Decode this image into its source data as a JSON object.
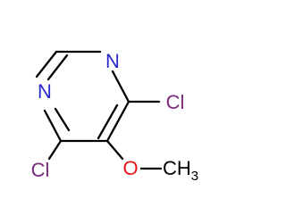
{
  "molecule": {
    "atoms": {
      "n1": "N",
      "n2": "N",
      "cl1": "Cl",
      "cl2": "Cl",
      "o": "O",
      "ch": "CH",
      "ch_sub": "3"
    },
    "colors": {
      "bond": "#000000",
      "nitrogen": "#2b2bcc",
      "chlorine": "#7a2a7a",
      "oxygen": "#e8121a",
      "carbon": "#000000"
    }
  }
}
